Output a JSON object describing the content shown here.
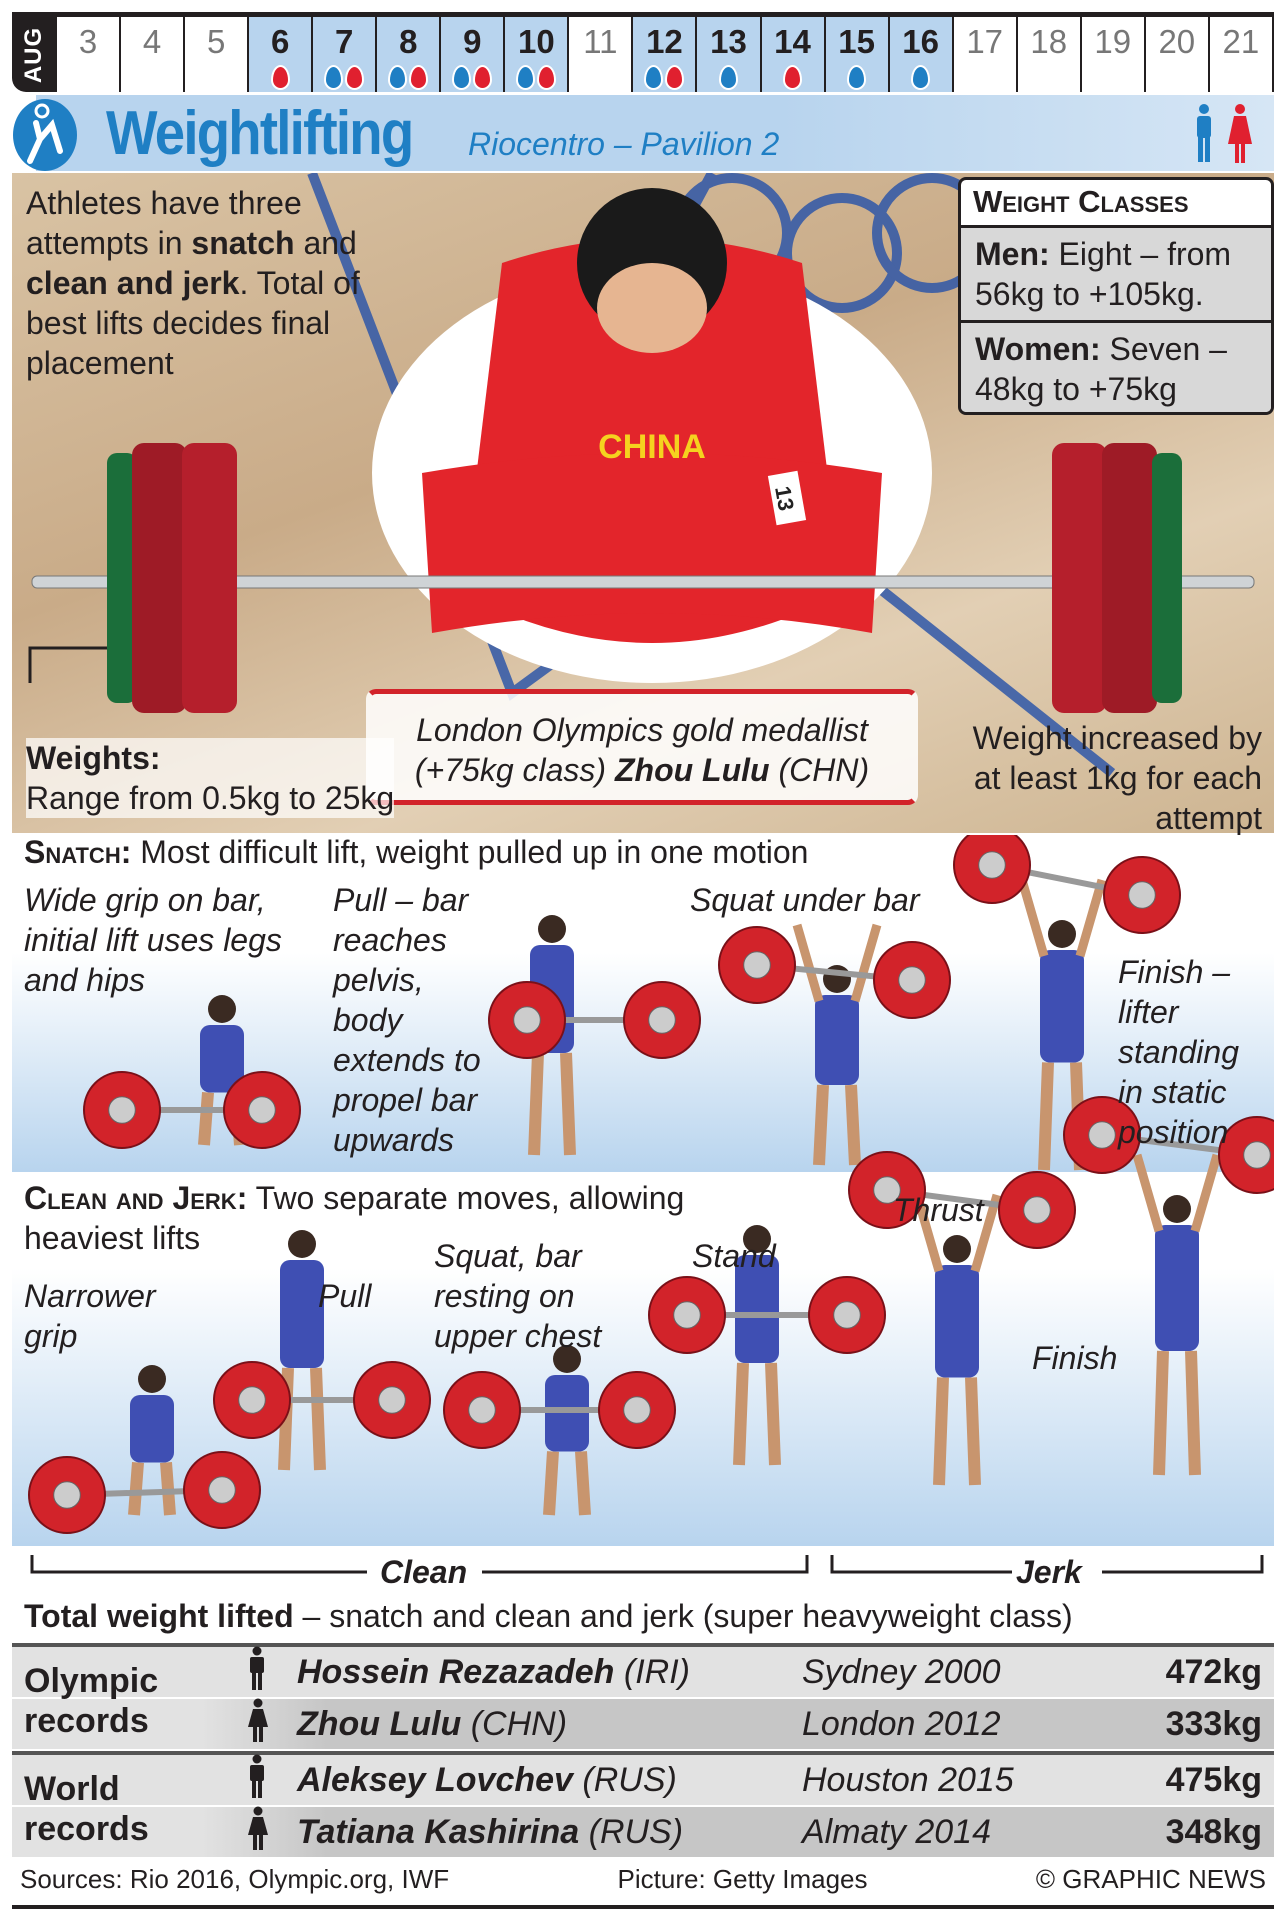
{
  "header": {
    "month": "AUG",
    "days": [
      {
        "d": "3",
        "ev": false,
        "m": []
      },
      {
        "d": "4",
        "ev": false,
        "m": []
      },
      {
        "d": "5",
        "ev": false,
        "m": []
      },
      {
        "d": "6",
        "ev": true,
        "m": [
          "w"
        ]
      },
      {
        "d": "7",
        "ev": true,
        "m": [
          "m",
          "w"
        ]
      },
      {
        "d": "8",
        "ev": true,
        "m": [
          "m",
          "w"
        ]
      },
      {
        "d": "9",
        "ev": true,
        "m": [
          "m",
          "w"
        ]
      },
      {
        "d": "10",
        "ev": true,
        "m": [
          "m",
          "w"
        ]
      },
      {
        "d": "11",
        "ev": false,
        "m": []
      },
      {
        "d": "12",
        "ev": true,
        "m": [
          "m",
          "w"
        ]
      },
      {
        "d": "13",
        "ev": true,
        "m": [
          "m"
        ]
      },
      {
        "d": "14",
        "ev": true,
        "m": [
          "w"
        ]
      },
      {
        "d": "15",
        "ev": true,
        "m": [
          "m"
        ]
      },
      {
        "d": "16",
        "ev": true,
        "m": [
          "m"
        ]
      },
      {
        "d": "17",
        "ev": false,
        "m": []
      },
      {
        "d": "18",
        "ev": false,
        "m": []
      },
      {
        "d": "19",
        "ev": false,
        "m": []
      },
      {
        "d": "20",
        "ev": false,
        "m": []
      },
      {
        "d": "21",
        "ev": false,
        "m": []
      }
    ],
    "title": "Weightlifting",
    "venue": "Riocentro – Pavilion 2"
  },
  "colors": {
    "men": "#1f7fc4",
    "women": "#e0202f",
    "band": "#b8d4ee",
    "plate": "#d2232a"
  },
  "intro": {
    "t1": "Athletes have three attempts in ",
    "b1": "snatch",
    "t2": " and ",
    "b2": "clean and jerk",
    "t3": ". Total of best lifts decides final placement"
  },
  "weight_classes": {
    "title": "Weight Classes",
    "men_label": "Men:",
    "men_text": " Eight – from 56kg to +105kg.",
    "women_label": "Women:",
    "women_text": " Seven – 48kg to +75kg"
  },
  "photo": {
    "caption_1": "London Olympics gold medallist",
    "caption_2a": "(+75kg class) ",
    "caption_name": "Zhou Lulu",
    "caption_2b": " (CHN)",
    "vest": "CHINA",
    "bib": "13"
  },
  "weights": {
    "label": "Weights:",
    "text": " Range from 0.5kg to 25kg"
  },
  "increase": "Weight increased by at least 1kg for each attempt",
  "snatch": {
    "label": "Snatch:",
    "desc": " Most difficult lift, weight pulled up in one motion",
    "steps": [
      "Wide grip on bar, initial lift uses legs and hips",
      "Pull – bar reaches pelvis, body extends to propel bar upwards",
      "Squat under bar",
      "Finish – lifter standing in static position"
    ]
  },
  "clean_jerk": {
    "label": "Clean and Jerk:",
    "desc": " Two separate moves, allowing heaviest lifts",
    "steps": [
      "Narrower grip",
      "Pull",
      "Squat, bar resting on upper chest",
      "Stand",
      "Thrust",
      "Finish"
    ],
    "clean": "Clean",
    "jerk": "Jerk"
  },
  "records": {
    "title_bold": "Total weight lifted",
    "title_rest": " – snatch and clean and jerk (super heavyweight class)",
    "groups": [
      {
        "label": "Olympic records",
        "rows": [
          {
            "g": "m",
            "name": "Hossein Rezazadeh",
            "nat": " (IRI)",
            "place": "Sydney 2000",
            "kg": "472kg"
          },
          {
            "g": "w",
            "name": "Zhou Lulu",
            "nat": " (CHN)",
            "place": "London 2012",
            "kg": "333kg"
          }
        ]
      },
      {
        "label": "World records",
        "rows": [
          {
            "g": "m",
            "name": "Aleksey Lovchev",
            "nat": " (RUS)",
            "place": "Houston 2015",
            "kg": "475kg"
          },
          {
            "g": "w",
            "name": "Tatiana Kashirina",
            "nat": " (RUS)",
            "place": "Almaty 2014",
            "kg": "348kg"
          }
        ]
      }
    ]
  },
  "footer": {
    "sources": "Sources: Rio 2016, Olympic.org, IWF",
    "picture": "Picture: Getty Images",
    "credit": "© GRAPHIC NEWS"
  }
}
